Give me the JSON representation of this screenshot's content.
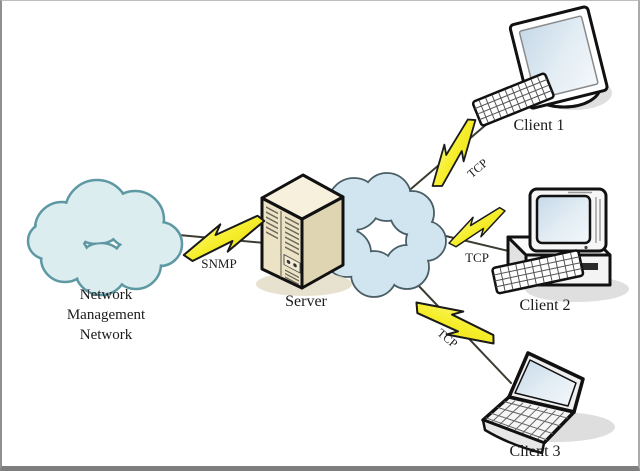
{
  "diagram": {
    "type": "network-topology",
    "nodes": {
      "management_network": {
        "label": "Network Management Network",
        "icon": "cloud-icon"
      },
      "server": {
        "label": "Server",
        "icon": "server-tower-icon"
      },
      "backbone_cloud": {
        "label": "",
        "icon": "cloud-icon"
      },
      "client1": {
        "label": "Client 1",
        "icon": "workstation-icon"
      },
      "client2": {
        "label": "Client 2",
        "icon": "desktop-pc-icon"
      },
      "client3": {
        "label": "Client 3",
        "icon": "laptop-icon"
      }
    },
    "links": {
      "snmp": {
        "label": "SNMP",
        "from": "management_network",
        "to": "server",
        "icon": "lightning-bolt-icon"
      },
      "tcp1": {
        "label": "TCP",
        "from": "backbone_cloud",
        "to": "client1",
        "icon": "lightning-bolt-icon"
      },
      "tcp2": {
        "label": "TCP",
        "from": "backbone_cloud",
        "to": "client2",
        "icon": "lightning-bolt-icon"
      },
      "tcp3": {
        "label": "TCP",
        "from": "backbone_cloud",
        "to": "client3",
        "icon": "lightning-bolt-icon"
      }
    },
    "colors": {
      "cloud_fill_left": "#dcedf0",
      "cloud_stroke_left": "#5d98a3",
      "cloud_fill_backbone": "#d0e5ef",
      "cloud_stroke_backbone": "#4a5e66",
      "bolt_yellow": "#f2e71c",
      "bolt_yellow_light": "#fdfa9a",
      "server_beige": "#ece3c6",
      "line_color": "#3c3c32",
      "outline_black": "#111111",
      "screen_blue": "#c6d9e8"
    }
  }
}
